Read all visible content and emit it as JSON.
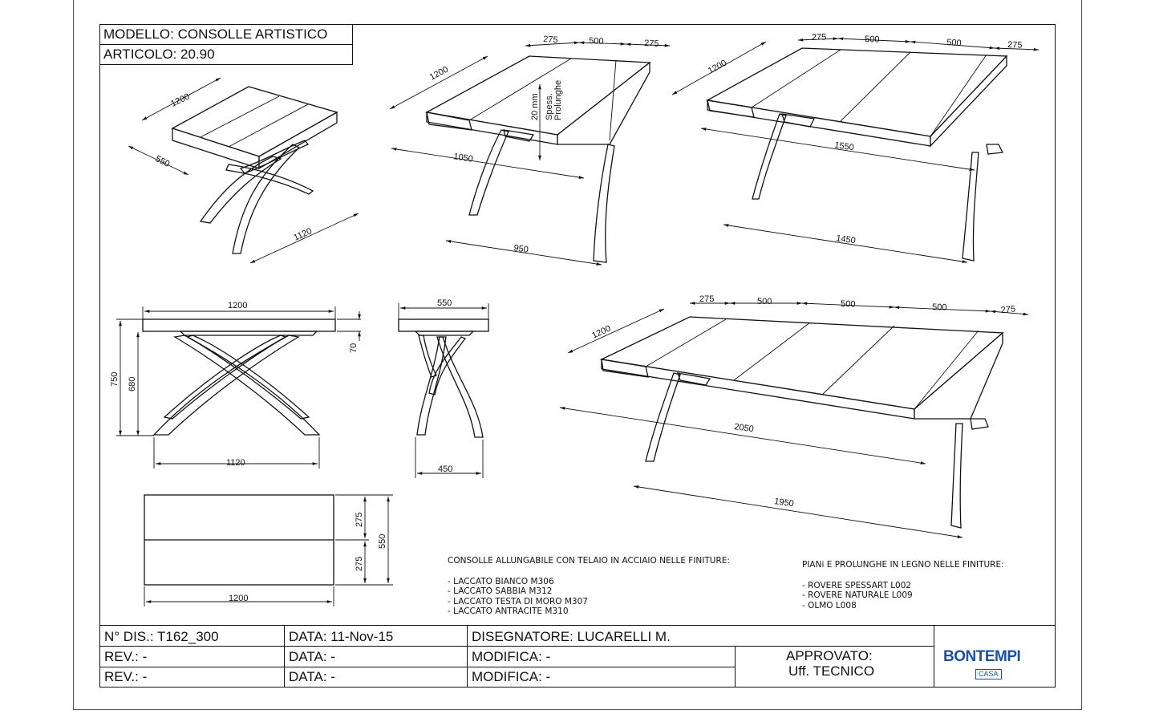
{
  "header": {
    "modello": "MODELLO: CONSOLLE ARTISTICO",
    "articolo": "ARTICOLO: 20.90"
  },
  "dimensions": {
    "iso_small": {
      "length": "1200",
      "depth": "550",
      "legs": "1120"
    },
    "iso_one_ext": {
      "depth": "1200",
      "ext_left": "275",
      "ext_mid": "500",
      "ext_right": "275",
      "top_len": "1050",
      "legs": "950",
      "thickness_a": "20 mm",
      "thickness_b": "Spess.",
      "thickness_c": "Prolunghe"
    },
    "iso_two_ext": {
      "depth": "1200",
      "ext_1": "275",
      "ext_2": "500",
      "ext_3": "500",
      "ext_4": "275",
      "top_len": "1550",
      "legs": "1450"
    },
    "iso_three_ext": {
      "depth": "1200",
      "ext_1": "275",
      "ext_2": "500",
      "ext_3": "500",
      "ext_4": "500",
      "ext_5": "275",
      "top_len": "2050",
      "legs": "1950"
    },
    "front": {
      "width": "1200",
      "height": "750",
      "leg_height": "680",
      "top_thickness": "70",
      "base": "1120"
    },
    "side": {
      "width": "550",
      "base": "450"
    },
    "plan": {
      "width": "1200",
      "half_a": "275",
      "half_b": "275",
      "depth": "550"
    }
  },
  "notes_frame": {
    "title": "CONSOLLE ALLUNGABILE CON TELAIO IN ACCIAIO NELLE FINITURE:",
    "items": [
      "- LACCATO BIANCO M306",
      "- LACCATO SABBIA M312",
      "- LACCATO TESTA DI MORO M307",
      "- LACCATO ANTRACITE M310"
    ]
  },
  "notes_wood": {
    "title": "PIANi E PROLUNGHE  IN LEGNO NELLE FINITURE:",
    "items": [
      "- ROVERE SPESSART L002",
      "- ROVERE NATURALE L009",
      "- OLMO  L008"
    ]
  },
  "title_block": {
    "n_dis": "N° DIS.: T162_300",
    "data_main": "DATA: 11-Nov-15",
    "disegnatore": "DISEGNATORE:  LUCARELLI M.",
    "rev1": "REV.: -",
    "rev2": "REV.: -",
    "data1": "DATA: -",
    "data2": "DATA: -",
    "modifica1": "MODIFICA: -",
    "modifica2": "MODIFICA: -",
    "approvato": "APPROVATO:",
    "ufficio": "Uff. TECNICO",
    "logo_main": "BONTEMPI",
    "logo_sub": "CASA",
    "logo_color": "#1a4fa8"
  }
}
